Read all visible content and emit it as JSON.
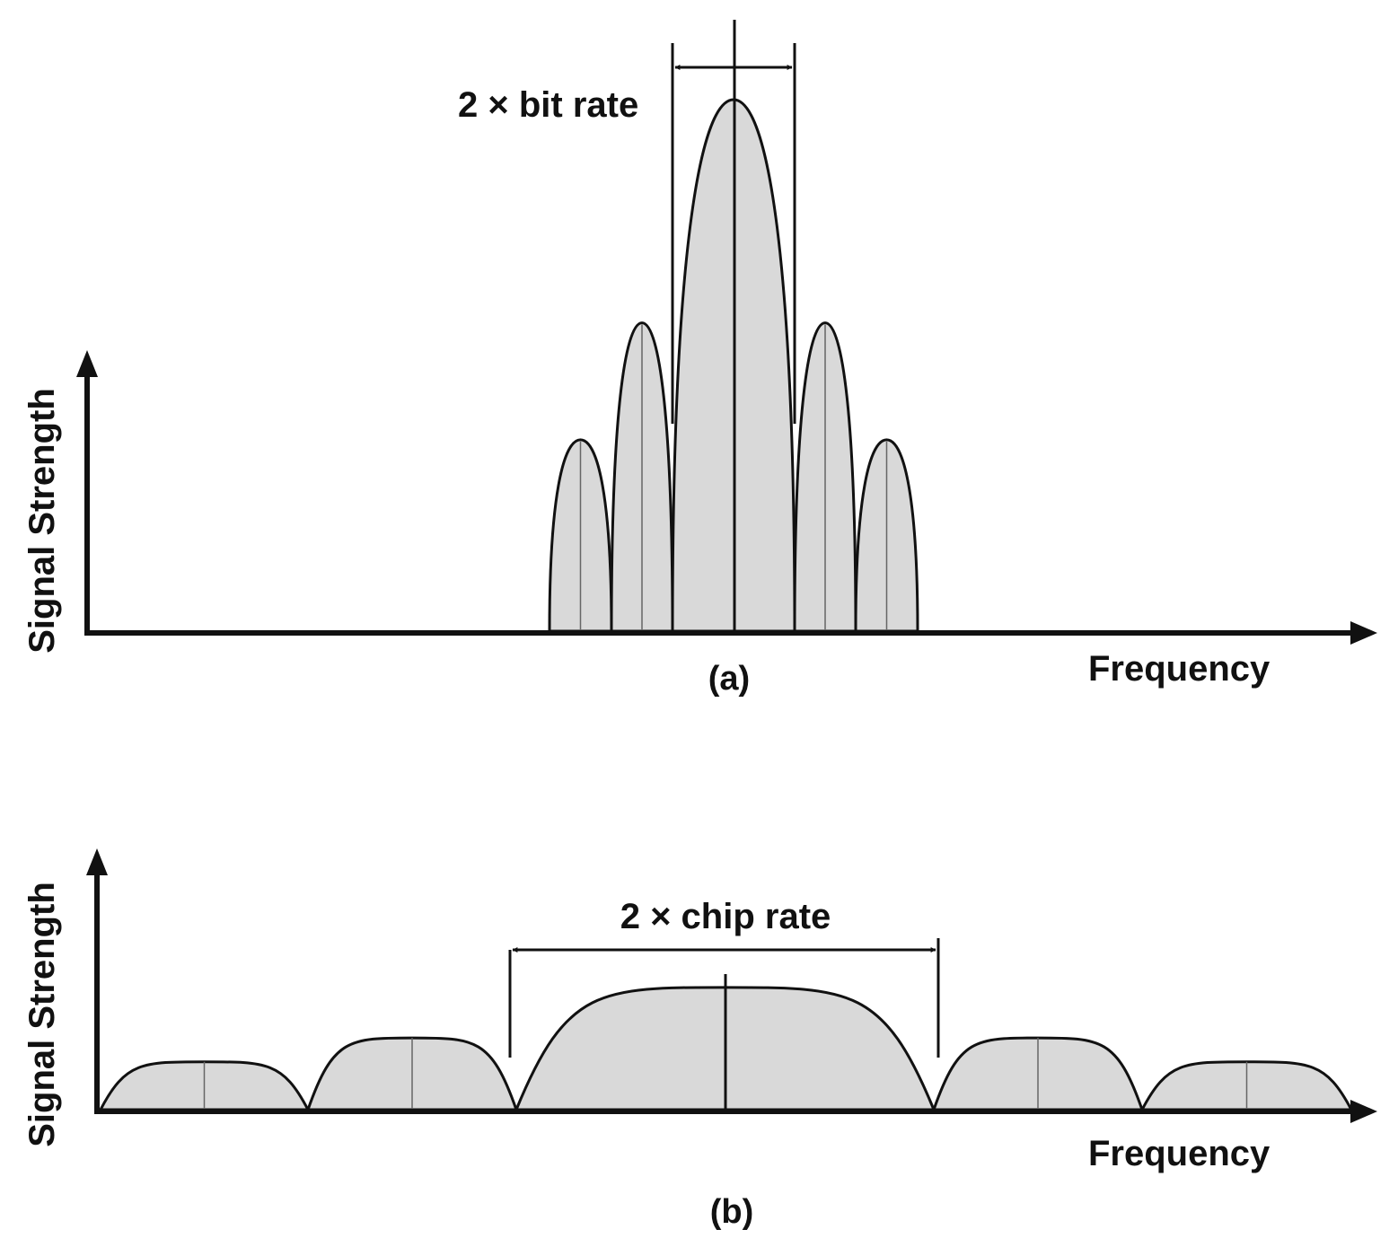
{
  "colors": {
    "fill": "#d9d9d9",
    "stroke": "#111111",
    "background": "#ffffff"
  },
  "chart_data": [
    {
      "type": "diagram",
      "panel_label": "(a)",
      "xlabel": "Frequency",
      "ylabel": "Signal Strength",
      "bandwidth_label": "2 × bit rate",
      "lobes": [
        0.36,
        0.58,
        1.0,
        0.58,
        0.36
      ]
    },
    {
      "type": "diagram",
      "panel_label": "(b)",
      "xlabel": "Frequency",
      "ylabel": "Signal Strength",
      "bandwidth_label": "2 × chip rate",
      "lobes": [
        0.09,
        0.135,
        0.23,
        0.135,
        0.09
      ]
    }
  ]
}
